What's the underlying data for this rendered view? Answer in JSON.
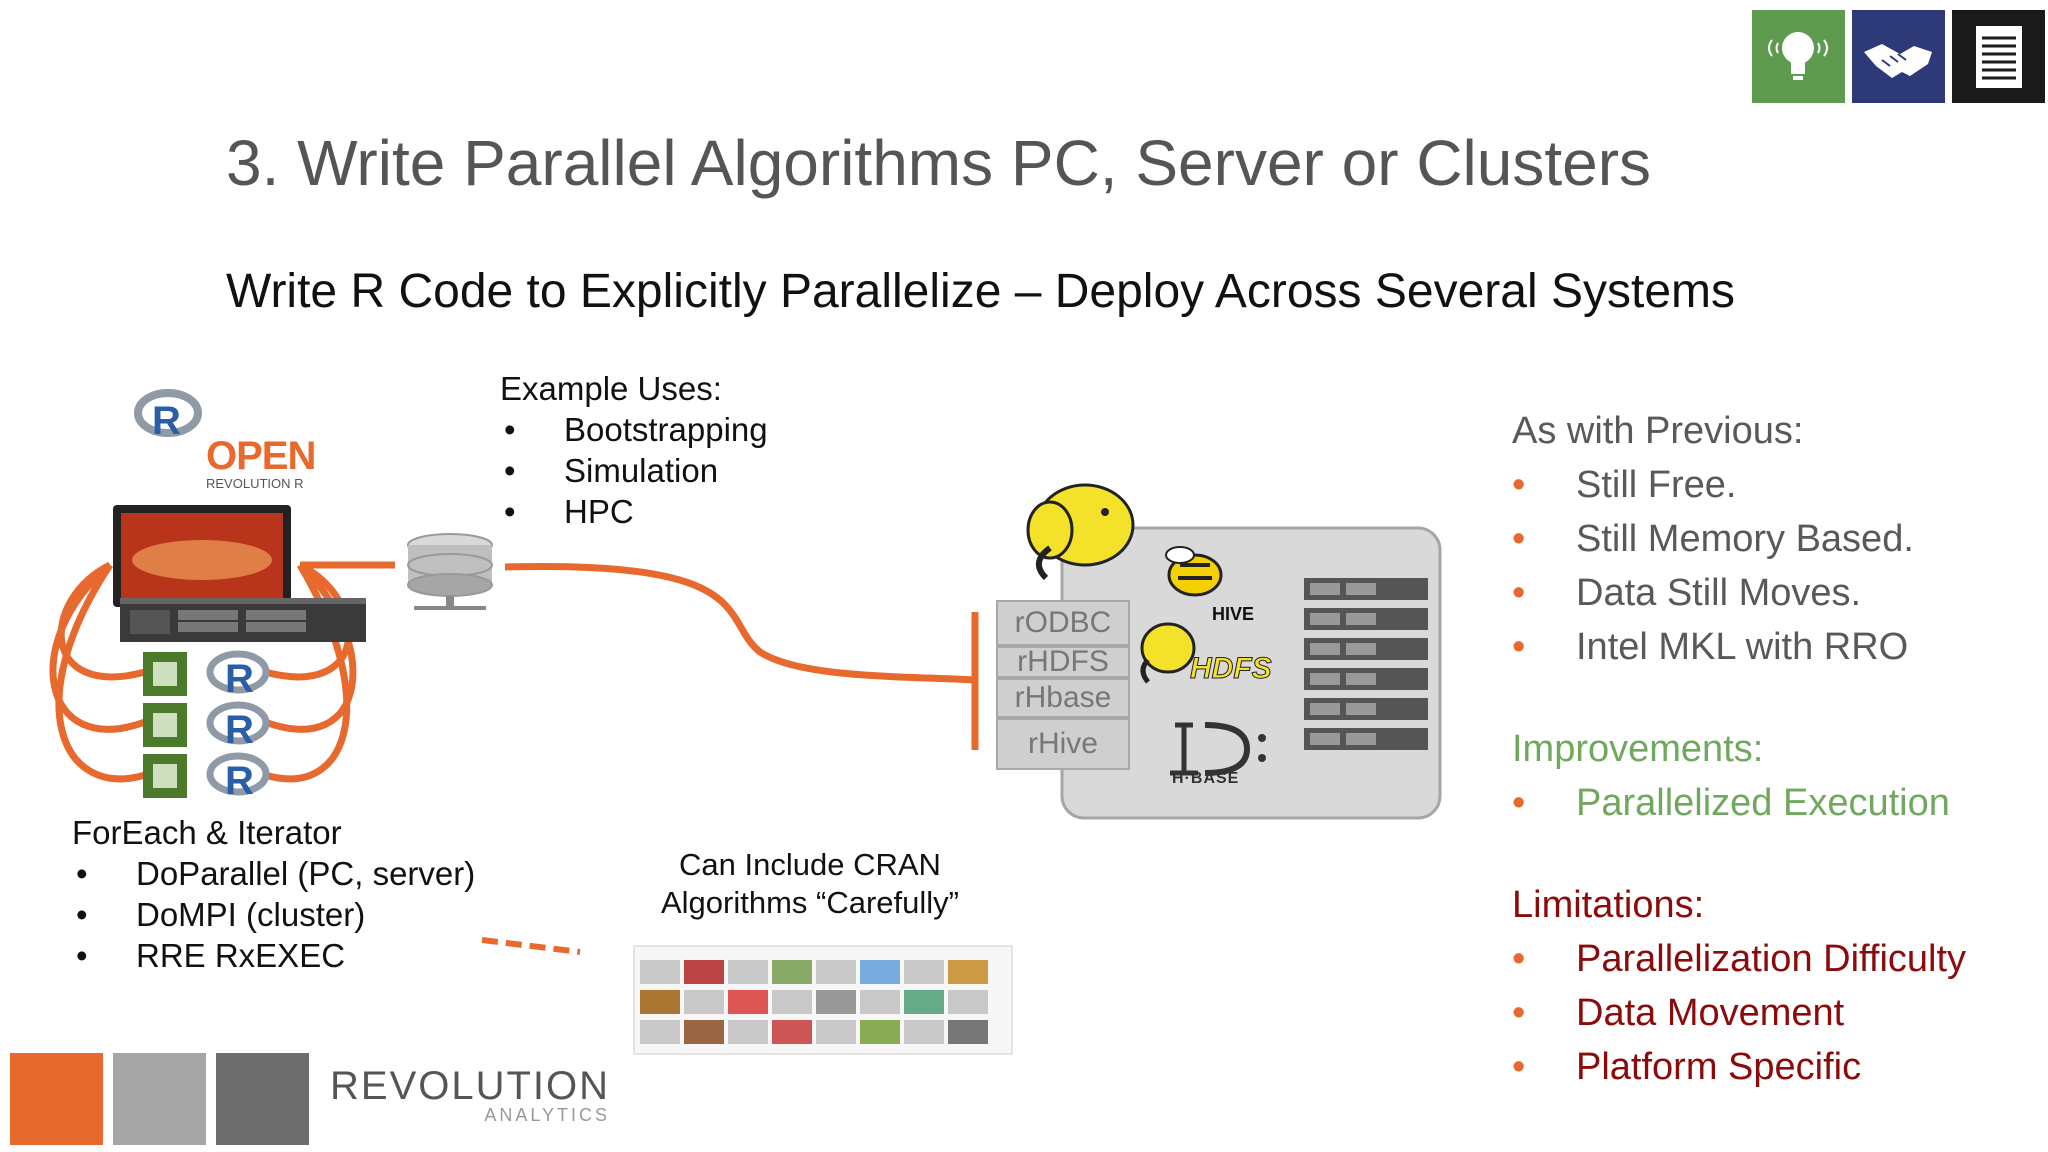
{
  "slide": {
    "title": "3. Write Parallel Algorithms PC, Server or Clusters",
    "subtitle": "Write R Code to Explicitly Parallelize – Deploy Across Several Systems"
  },
  "top_tiles": [
    {
      "icon": "lightbulb-icon",
      "color": "#5E9B4E"
    },
    {
      "icon": "handshake-icon",
      "color": "#2E3A78"
    },
    {
      "icon": "document-icon",
      "color": "#1A1A1A"
    }
  ],
  "logos": {
    "open_text": "OPEN",
    "revolution_r_text": "REVOLUTION R",
    "hive_text": "HIVE",
    "hdfs_text": "HDFS",
    "hbase_text": "H·BASE",
    "revolution_word": "REVOLUTION",
    "analytics_word": "ANALYTICS"
  },
  "example_uses": {
    "heading": "Example Uses:",
    "items": [
      "Bootstrapping",
      "Simulation",
      "HPC"
    ]
  },
  "foreach": {
    "heading": "ForEach & Iterator",
    "items": [
      "DoParallel (PC, server)",
      "DoMPI (cluster)",
      "RRE RxEXEC"
    ]
  },
  "cran": {
    "line1": "Can Include CRAN",
    "line2": "Algorithms “Carefully”"
  },
  "connectors": [
    "rODBC",
    "rHDFS",
    "rHbase",
    "rHive"
  ],
  "right_column": {
    "previous_heading": "As with Previous:",
    "previous_items": [
      "Still Free.",
      "Still Memory Based.",
      "Data Still Moves.",
      "Intel MKL with RRO"
    ],
    "improvements_heading": "Improvements:",
    "improvements_items": [
      "Parallelized Execution"
    ],
    "limitations_heading": "Limitations:",
    "limitations_items": [
      "Parallelization Difficulty",
      "Data Movement",
      "Platform Specific"
    ]
  },
  "colors": {
    "accent_orange": "#E8692D",
    "gray_heading": "#595959",
    "green_heading": "#70A85E",
    "red_heading": "#8B0A0A"
  },
  "footer_squares": [
    "#E8692D",
    "#A6A6A6",
    "#6E6E6E"
  ]
}
